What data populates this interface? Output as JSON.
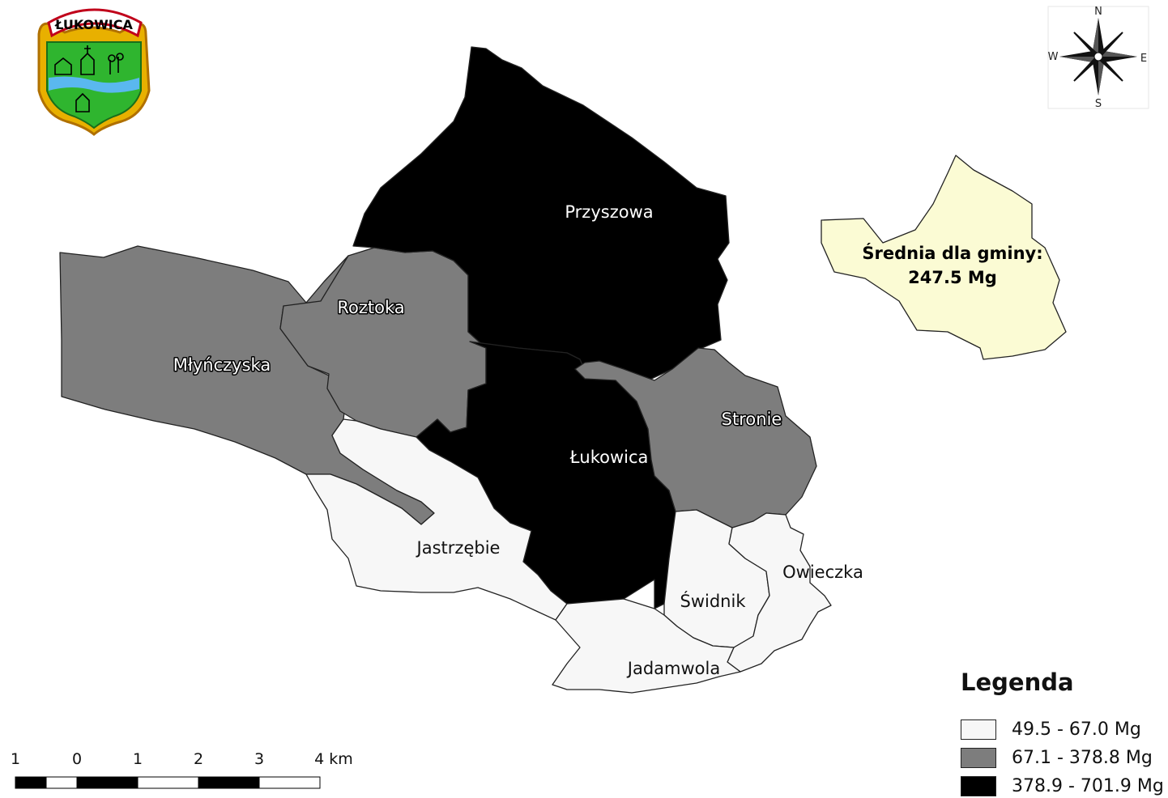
{
  "map": {
    "emblem_text": "ŁUKOWICA",
    "regions": [
      {
        "name": "Przyszowa",
        "class": 3
      },
      {
        "name": "Roztoka",
        "class": 2
      },
      {
        "name": "Młyńczyska",
        "class": 2
      },
      {
        "name": "Łukowica",
        "class": 3
      },
      {
        "name": "Stronie",
        "class": 2
      },
      {
        "name": "Jastrzębie",
        "class": 1
      },
      {
        "name": "Świdnik",
        "class": 1
      },
      {
        "name": "Owieczka",
        "class": 1
      },
      {
        "name": "Jadamwola",
        "class": 1
      }
    ],
    "average": {
      "line1": "Średnia dla gminy:",
      "line2": "247.5 Mg"
    },
    "compass": {
      "n": "N",
      "s": "S",
      "e": "E",
      "w": "W"
    },
    "scalebar": {
      "ticks": [
        "1",
        "0",
        "1",
        "2",
        "3",
        "4 km"
      ]
    },
    "legend": {
      "title": "Legenda",
      "items": [
        {
          "label": "49.5 - 67.0 Mg",
          "color": "#f7f7f7"
        },
        {
          "label": "67.1 - 378.8 Mg",
          "color": "#7d7d7d"
        },
        {
          "label": "378.9 - 701.9 Mg",
          "color": "#000000"
        }
      ]
    },
    "colors": {
      "class1": "#f7f7f7",
      "class2": "#7d7d7d",
      "class3": "#000000",
      "average_fill": "#fbfbd4"
    }
  }
}
